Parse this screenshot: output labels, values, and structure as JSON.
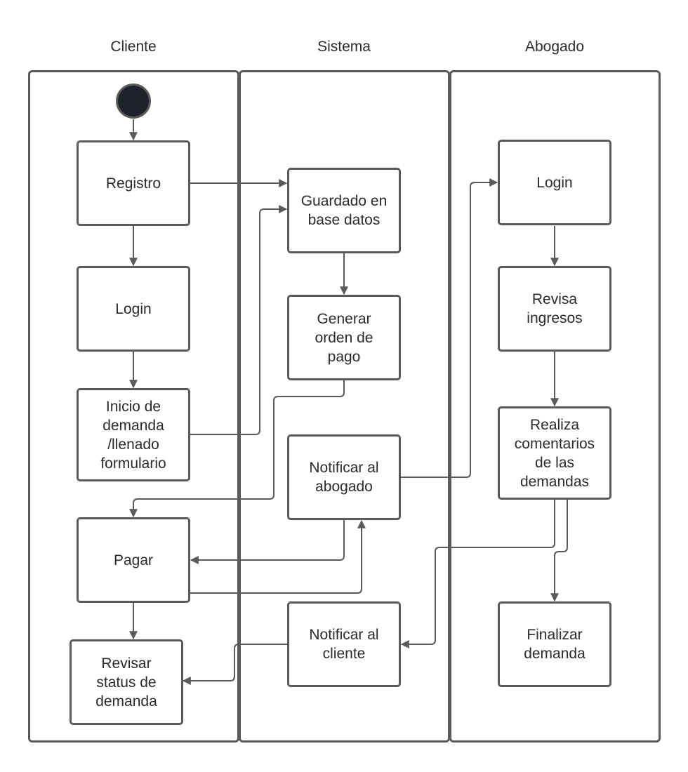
{
  "lanes": {
    "cliente": "Cliente",
    "sistema": "Sistema",
    "abogado": "Abogado"
  },
  "nodes": {
    "registro": "Registro",
    "login_cliente": "Login",
    "inicio_demanda": "Inicio de\ndemanda\n/llenado\nformulario",
    "pagar": "Pagar",
    "revisar_status": "Revisar\nstatus de\ndemanda",
    "guardado": "Guardado en\nbase datos",
    "generar_orden": "Generar\norden de\npago",
    "notificar_abogado": "Notificar al\nabogado",
    "notificar_cliente": "Notificar al\ncliente",
    "login_abogado": "Login",
    "revisa_ingresos": "Revisa\ningresos",
    "realiza_comentarios": "Realiza\ncomentarios\nde las\ndemandas",
    "finalizar": "Finalizar\ndemanda"
  },
  "colors": {
    "stroke": "#5a5a5a",
    "start_fill": "#1f2329",
    "text": "#2b2b2b"
  }
}
